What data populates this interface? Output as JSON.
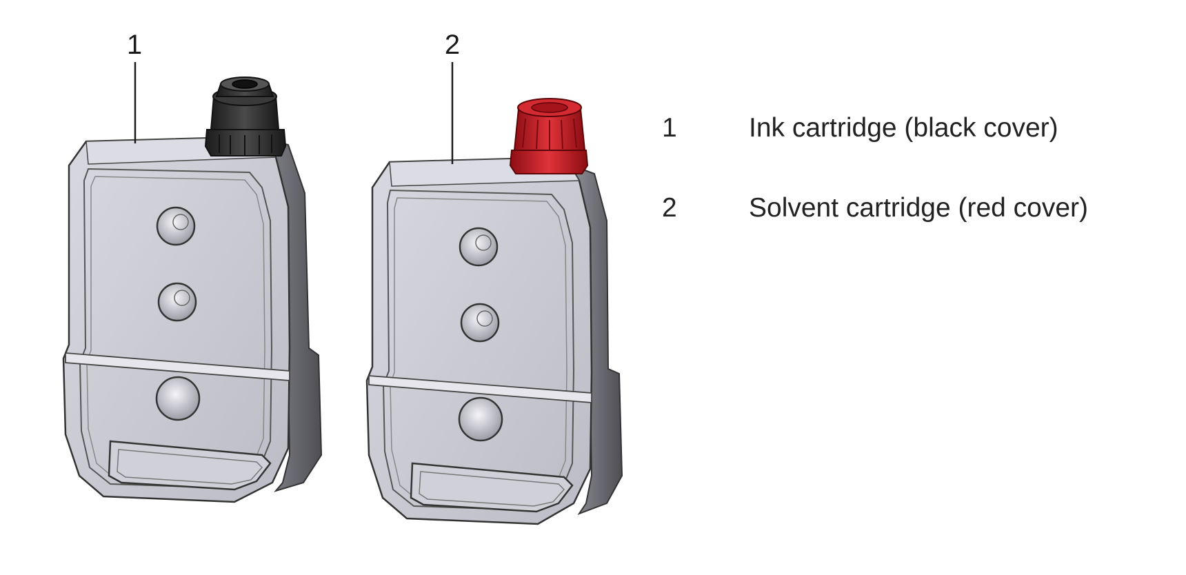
{
  "callouts": [
    {
      "number": "1"
    },
    {
      "number": "2"
    }
  ],
  "legend": [
    {
      "number": "1",
      "text": "Ink cartridge (black cover)"
    },
    {
      "number": "2",
      "text": "Solvent cartridge (red cover)"
    }
  ],
  "colors": {
    "body": "#c9c9d1",
    "body_light": "#e3e3ea",
    "body_side": "#6e6e74",
    "outline": "#3a3a3a",
    "cap_black": "#2a2a2a",
    "cap_red": "#c41820"
  }
}
